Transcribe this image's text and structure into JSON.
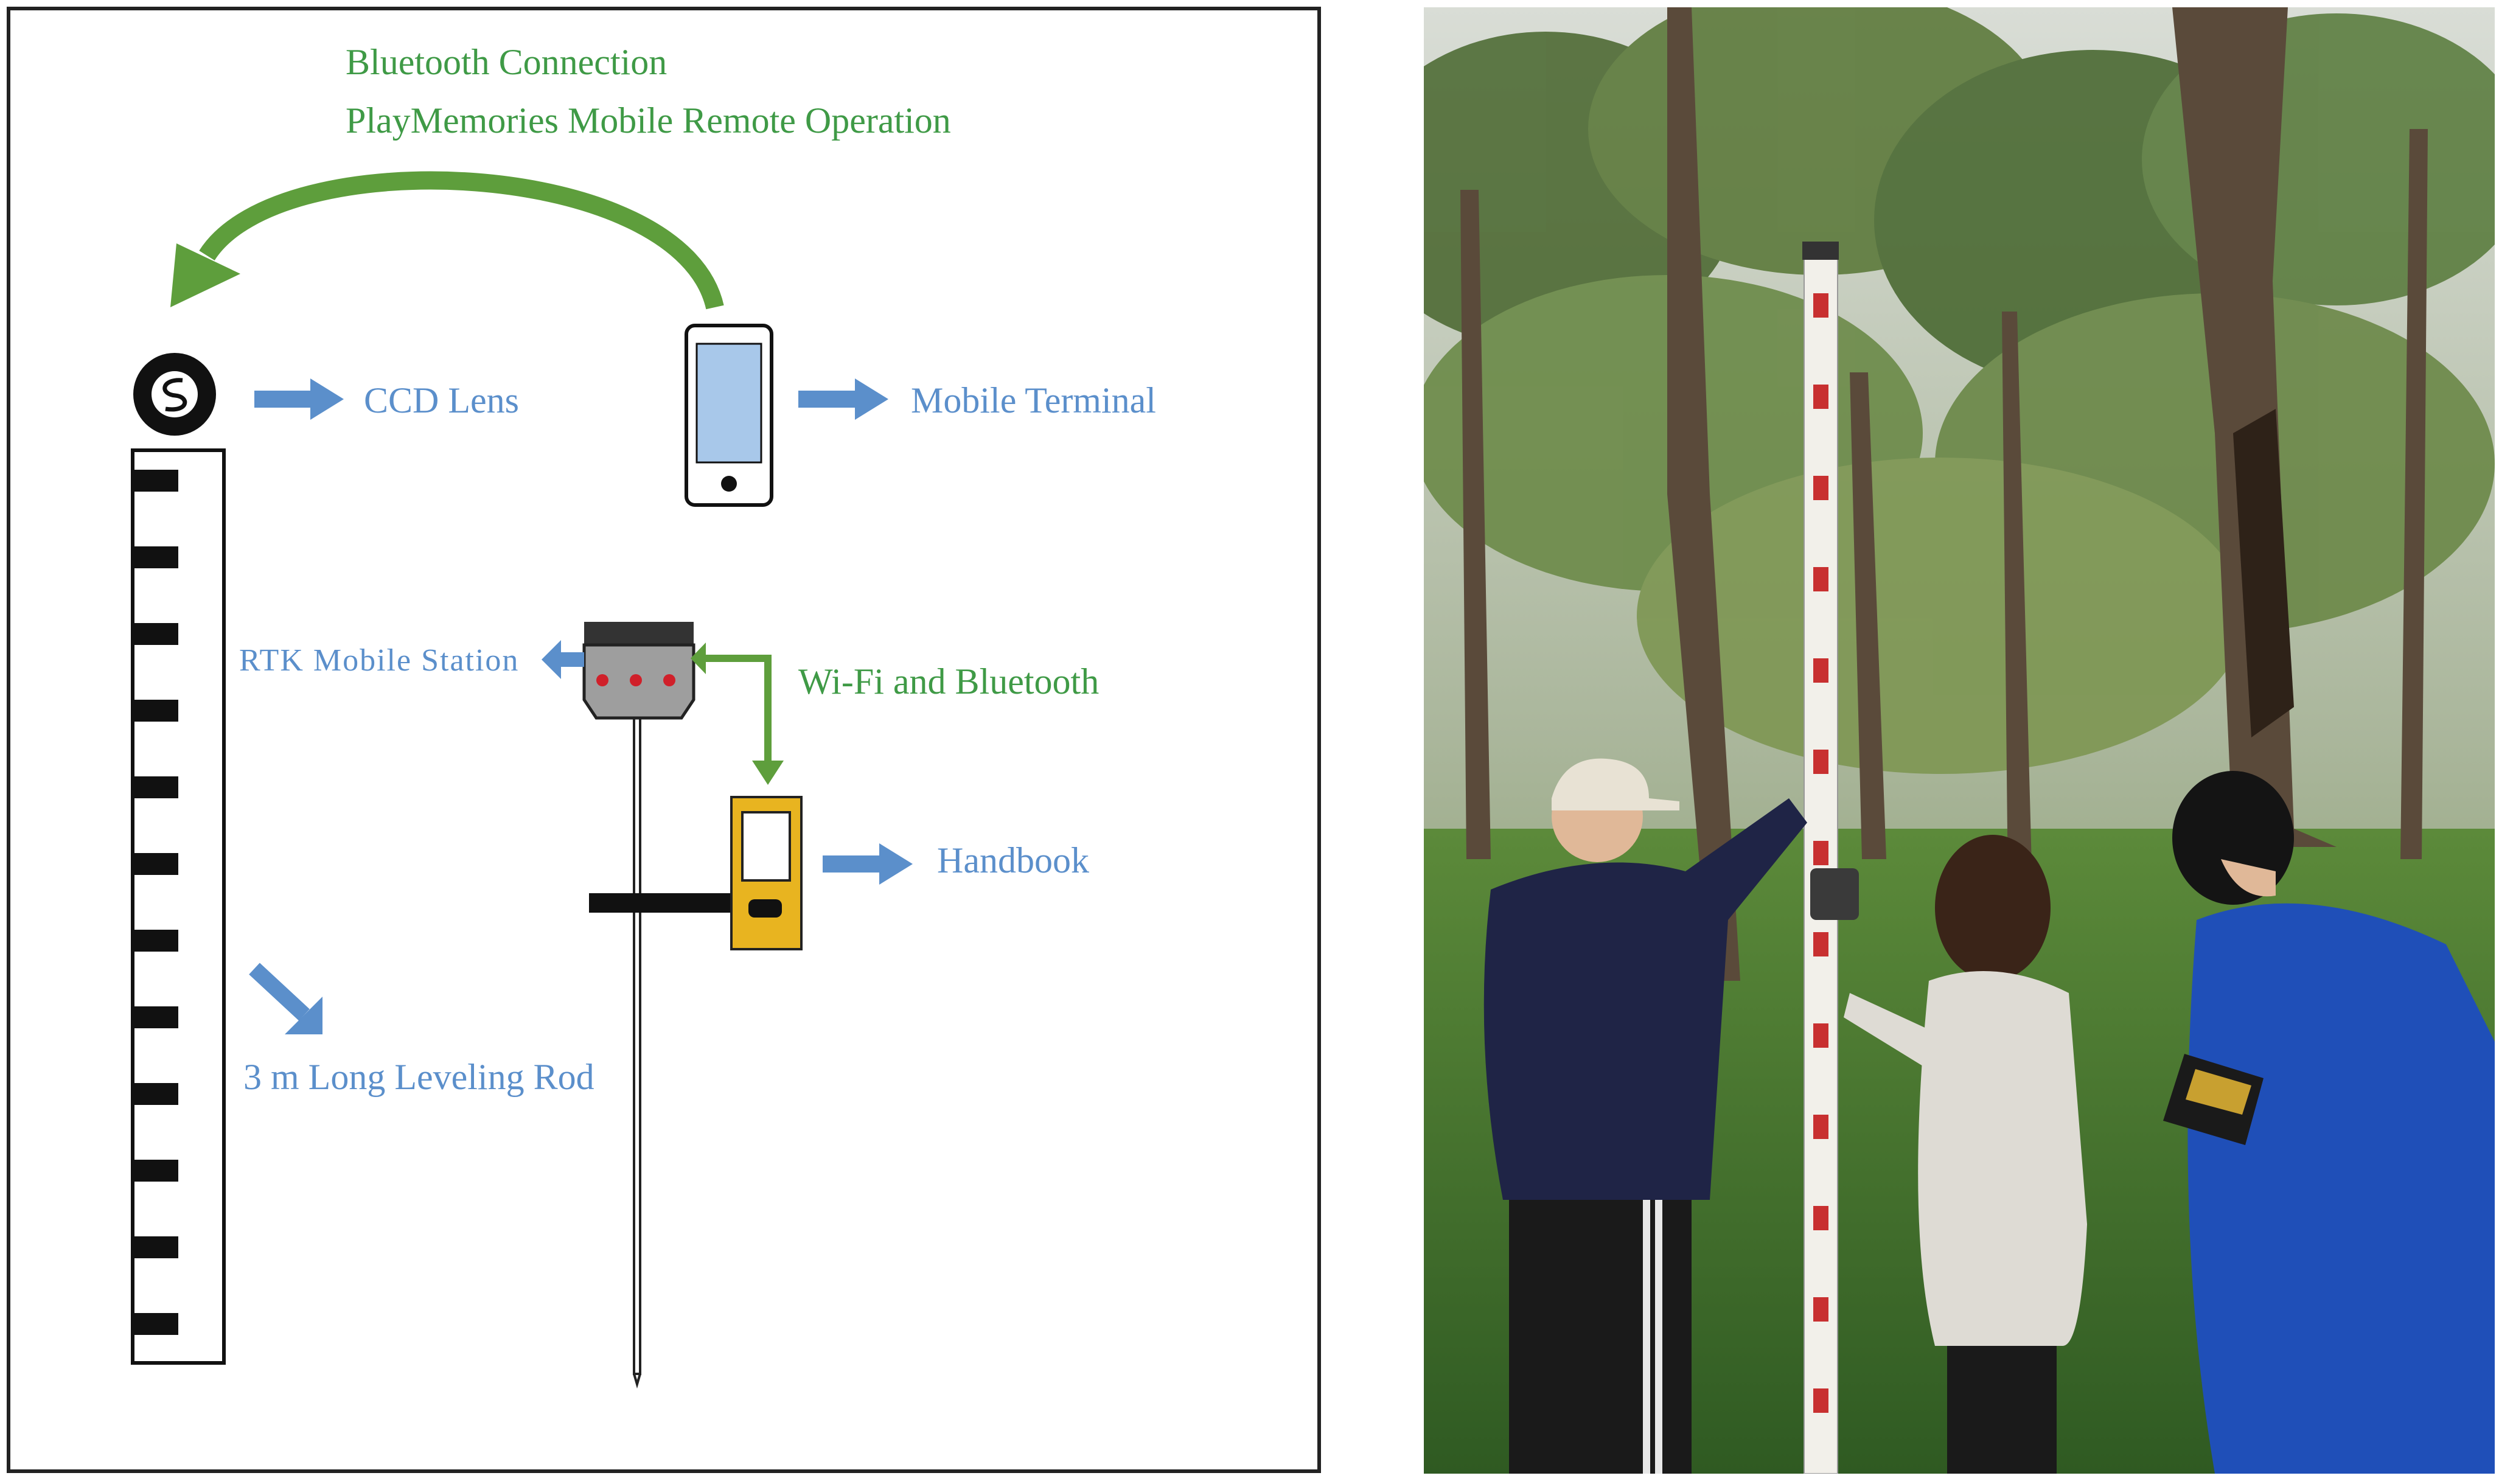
{
  "diagram": {
    "labels": {
      "bluetooth_connection": "Bluetooth Connection",
      "remote_operation": "PlayMemories Mobile Remote Operation",
      "ccd_lens": "CCD  Lens",
      "mobile_terminal": "Mobile Terminal",
      "rtk_station": "RTK Mobile Station",
      "wifi_bluetooth": "Wi-Fi and Bluetooth",
      "handbook": "Handbook",
      "leveling_rod": "3 m Long Leveling Rod"
    },
    "colors": {
      "green": "#5e9e3c",
      "green_text": "#3f9a46",
      "blue": "#5b8fcb",
      "blue_text": "#5b8fcb",
      "yellow": "#e8b420",
      "dark": "#1a1a1a"
    }
  },
  "photo": {
    "subject": "field-survey-photo"
  }
}
